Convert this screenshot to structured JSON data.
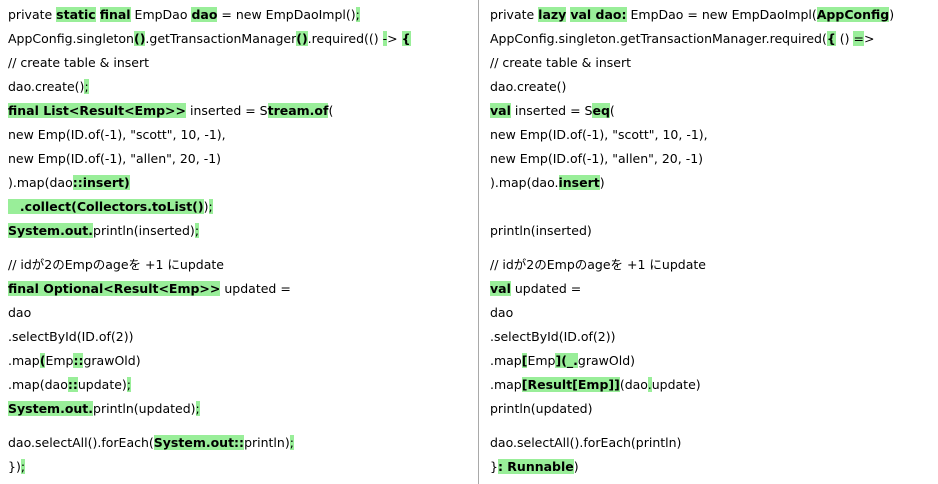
{
  "colors": {
    "highlight": "#99ee99",
    "text": "#000000",
    "divider": "#a9a9a9",
    "background": "#ffffff"
  },
  "left_pane": {
    "lines": [
      {
        "type": "code",
        "segments": [
          {
            "t": "private ",
            "s": "p"
          },
          {
            "t": "static",
            "s": "hb"
          },
          {
            "t": " ",
            "s": "p"
          },
          {
            "t": "final",
            "s": "hb"
          },
          {
            "t": " EmpDao ",
            "s": "p"
          },
          {
            "t": "dao",
            "s": "hb"
          },
          {
            "t": " = new EmpDaoImpl()",
            "s": "p"
          },
          {
            "t": ";",
            "s": "h"
          }
        ]
      },
      {
        "type": "code",
        "segments": [
          {
            "t": "AppConfig.singleton",
            "s": "p"
          },
          {
            "t": "()",
            "s": "hb"
          },
          {
            "t": ".getTransactionManager",
            "s": "p"
          },
          {
            "t": "()",
            "s": "hb"
          },
          {
            "t": ".required(() ",
            "s": "p"
          },
          {
            "t": "-",
            "s": "h"
          },
          {
            "t": "> ",
            "s": "p"
          },
          {
            "t": "{",
            "s": "hb"
          }
        ]
      },
      {
        "type": "code",
        "segments": [
          {
            "t": "// create table & insert",
            "s": "p"
          }
        ]
      },
      {
        "type": "code",
        "segments": [
          {
            "t": "dao.create()",
            "s": "p"
          },
          {
            "t": ";",
            "s": "h"
          }
        ]
      },
      {
        "type": "code",
        "segments": [
          {
            "t": "final List<Result<Emp>>",
            "s": "hb"
          },
          {
            "t": " inserted = S",
            "s": "p"
          },
          {
            "t": "tream.of",
            "s": "hb"
          },
          {
            "t": "(",
            "s": "p"
          }
        ]
      },
      {
        "type": "code",
        "segments": [
          {
            "t": "new Emp(ID.of(-1), \"scott\", 10, -1),",
            "s": "p"
          }
        ]
      },
      {
        "type": "code",
        "segments": [
          {
            "t": "new Emp(ID.of(-1), \"allen\", 20, -1)",
            "s": "p"
          }
        ]
      },
      {
        "type": "code",
        "segments": [
          {
            "t": ").map(dao",
            "s": "p"
          },
          {
            "t": "::insert)",
            "s": "hb"
          }
        ]
      },
      {
        "type": "code",
        "segments": [
          {
            "t": "   ",
            "s": "h"
          },
          {
            "t": ".collect(Collectors.toList()",
            "s": "hb"
          },
          {
            "t": ")",
            "s": "p"
          },
          {
            "t": ";",
            "s": "h"
          }
        ]
      },
      {
        "type": "code",
        "segments": [
          {
            "t": "System.out.",
            "s": "hb"
          },
          {
            "t": "println(inserted)",
            "s": "p"
          },
          {
            "t": ";",
            "s": "h"
          }
        ]
      },
      {
        "type": "gap",
        "segments": []
      },
      {
        "type": "code",
        "segments": [
          {
            "t": "// idが2のEmpのageを +1 にupdate",
            "s": "p"
          }
        ]
      },
      {
        "type": "code",
        "segments": [
          {
            "t": "final Optional<Result<Emp>>",
            "s": "hb"
          },
          {
            "t": " updated =",
            "s": "p"
          }
        ]
      },
      {
        "type": "code",
        "segments": [
          {
            "t": "dao",
            "s": "p"
          }
        ]
      },
      {
        "type": "code",
        "segments": [
          {
            "t": ".selectById(ID.of(2))",
            "s": "p"
          }
        ]
      },
      {
        "type": "code",
        "segments": [
          {
            "t": ".map",
            "s": "p"
          },
          {
            "t": "(",
            "s": "hb"
          },
          {
            "t": "Emp",
            "s": "p"
          },
          {
            "t": "::",
            "s": "hb"
          },
          {
            "t": "grawOld)",
            "s": "p"
          }
        ]
      },
      {
        "type": "code",
        "segments": [
          {
            "t": ".map(dao",
            "s": "p"
          },
          {
            "t": "::",
            "s": "hb"
          },
          {
            "t": "update)",
            "s": "p"
          },
          {
            "t": ";",
            "s": "h"
          }
        ]
      },
      {
        "type": "code",
        "segments": [
          {
            "t": "System.out.",
            "s": "hb"
          },
          {
            "t": "println(updated)",
            "s": "p"
          },
          {
            "t": ";",
            "s": "h"
          }
        ]
      },
      {
        "type": "gap",
        "segments": []
      },
      {
        "type": "code",
        "segments": [
          {
            "t": "dao.selectAll().forEach(",
            "s": "p"
          },
          {
            "t": "System.out::",
            "s": "hb"
          },
          {
            "t": "println)",
            "s": "p"
          },
          {
            "t": ";",
            "s": "h"
          }
        ]
      },
      {
        "type": "code",
        "segments": [
          {
            "t": "})",
            "s": "p"
          },
          {
            "t": ";",
            "s": "h"
          }
        ]
      }
    ]
  },
  "right_pane": {
    "lines": [
      {
        "type": "code",
        "segments": [
          {
            "t": "private ",
            "s": "p"
          },
          {
            "t": "lazy",
            "s": "hb"
          },
          {
            "t": " ",
            "s": "p"
          },
          {
            "t": "val dao:",
            "s": "hb"
          },
          {
            "t": " EmpDao = new EmpDaoImpl(",
            "s": "p"
          },
          {
            "t": "AppConfig",
            "s": "hb"
          },
          {
            "t": ")",
            "s": "p"
          }
        ]
      },
      {
        "type": "code",
        "segments": [
          {
            "t": "AppConfig.singleton.getTransactionManager.required(",
            "s": "p"
          },
          {
            "t": "{",
            "s": "hb"
          },
          {
            "t": " () ",
            "s": "p"
          },
          {
            "t": "=",
            "s": "h"
          },
          {
            "t": ">",
            "s": "p"
          }
        ]
      },
      {
        "type": "code",
        "segments": [
          {
            "t": "// create table & insert",
            "s": "p"
          }
        ]
      },
      {
        "type": "code",
        "segments": [
          {
            "t": "dao.create()",
            "s": "p"
          }
        ]
      },
      {
        "type": "code",
        "segments": [
          {
            "t": "val",
            "s": "hb"
          },
          {
            "t": " inserted = S",
            "s": "p"
          },
          {
            "t": "eq",
            "s": "hb"
          },
          {
            "t": "(",
            "s": "p"
          }
        ]
      },
      {
        "type": "code",
        "segments": [
          {
            "t": "new Emp(ID.of(-1), \"scott\", 10, -1),",
            "s": "p"
          }
        ]
      },
      {
        "type": "code",
        "segments": [
          {
            "t": "new Emp(ID.of(-1), \"allen\", 20, -1)",
            "s": "p"
          }
        ]
      },
      {
        "type": "code",
        "segments": [
          {
            "t": ").map(dao.",
            "s": "p"
          },
          {
            "t": "insert",
            "s": "hb"
          },
          {
            "t": ")",
            "s": "p"
          }
        ]
      },
      {
        "type": "blank",
        "segments": []
      },
      {
        "type": "code",
        "segments": [
          {
            "t": "println(inserted)",
            "s": "p"
          }
        ]
      },
      {
        "type": "gap",
        "segments": []
      },
      {
        "type": "code",
        "segments": [
          {
            "t": "// idが2のEmpのageを +1 にupdate",
            "s": "p"
          }
        ]
      },
      {
        "type": "code",
        "segments": [
          {
            "t": "val",
            "s": "hb"
          },
          {
            "t": " updated =",
            "s": "p"
          }
        ]
      },
      {
        "type": "code",
        "segments": [
          {
            "t": "dao",
            "s": "p"
          }
        ]
      },
      {
        "type": "code",
        "segments": [
          {
            "t": ".selectById(ID.of(2))",
            "s": "p"
          }
        ]
      },
      {
        "type": "code",
        "segments": [
          {
            "t": ".map",
            "s": "p"
          },
          {
            "t": "[",
            "s": "hb"
          },
          {
            "t": "Emp",
            "s": "p"
          },
          {
            "t": "](_.",
            "s": "hb"
          },
          {
            "t": "grawOld)",
            "s": "p"
          }
        ]
      },
      {
        "type": "code",
        "segments": [
          {
            "t": ".map",
            "s": "p"
          },
          {
            "t": "[Result[Emp]]",
            "s": "hb"
          },
          {
            "t": "(dao",
            "s": "p"
          },
          {
            "t": ".",
            "s": "h"
          },
          {
            "t": "update)",
            "s": "p"
          }
        ]
      },
      {
        "type": "code",
        "segments": [
          {
            "t": "println(updated)",
            "s": "p"
          }
        ]
      },
      {
        "type": "gap",
        "segments": []
      },
      {
        "type": "code",
        "segments": [
          {
            "t": "dao.selectAll().forEach(println)",
            "s": "p"
          }
        ]
      },
      {
        "type": "code",
        "segments": [
          {
            "t": "}",
            "s": "p"
          },
          {
            "t": ": Runnable",
            "s": "hb"
          },
          {
            "t": ")",
            "s": "p"
          }
        ]
      }
    ]
  }
}
